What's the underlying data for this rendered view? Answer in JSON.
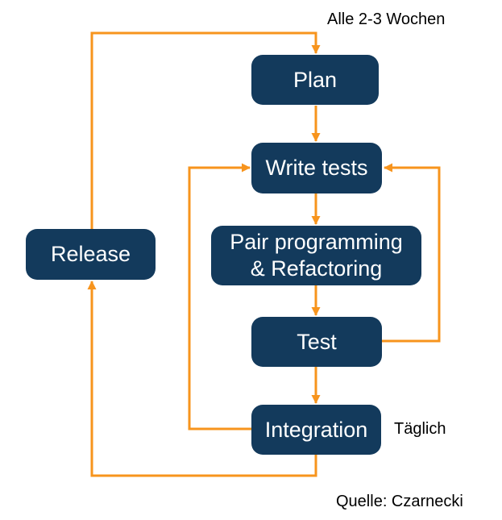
{
  "colors": {
    "node_fill": "#133A5C",
    "node_text": "#FFFFFF",
    "arrow": "#F7941D",
    "annotation_text": "#000000",
    "background": "#FFFFFF"
  },
  "nodes": {
    "plan": {
      "label": "Plan"
    },
    "write_tests": {
      "label": "Write tests"
    },
    "pair": {
      "label_line1": "Pair programming",
      "label_line2": "& Refactoring"
    },
    "test": {
      "label": "Test"
    },
    "integration": {
      "label": "Integration"
    },
    "release": {
      "label": "Release"
    }
  },
  "annotations": {
    "cycle_weeks": "Alle 2-3 Wochen",
    "daily": "Täglich",
    "source": "Quelle: Czarnecki"
  },
  "edges": [
    {
      "from": "plan",
      "to": "write_tests"
    },
    {
      "from": "write_tests",
      "to": "pair"
    },
    {
      "from": "pair",
      "to": "test"
    },
    {
      "from": "test",
      "to": "integration"
    },
    {
      "from": "integration",
      "to": "write_tests"
    },
    {
      "from": "test",
      "to": "write_tests"
    },
    {
      "from": "integration",
      "to": "release"
    },
    {
      "from": "release",
      "to": "plan"
    }
  ]
}
